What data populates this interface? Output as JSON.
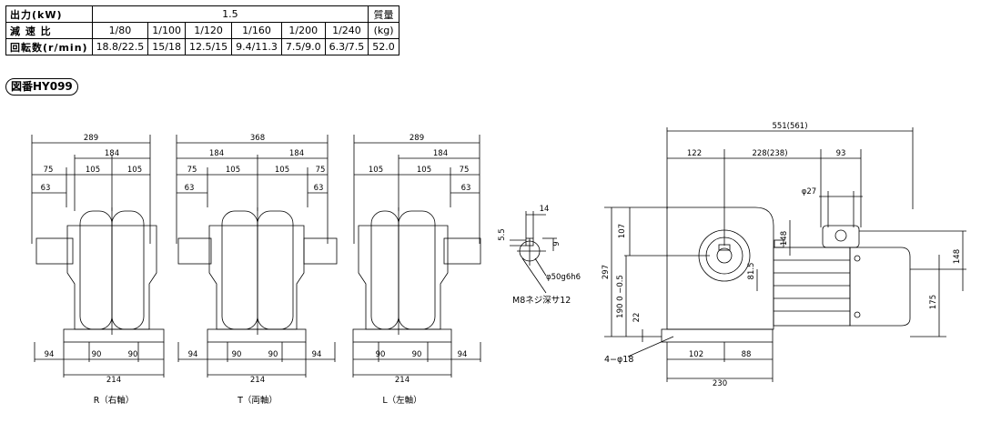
{
  "spec_table": {
    "output_label": "出力(kW)",
    "output_value": "1.5",
    "mass_header": "質量",
    "mass_unit": "(kg)",
    "ratio_label": "減 速 比",
    "ratios": [
      "1/80",
      "1/100",
      "1/120",
      "1/160",
      "1/200",
      "1/240"
    ],
    "speed_label": "回転数(r/min)",
    "speeds": [
      "18.8/22.5",
      "15/18",
      "12.5/15",
      "9.4/11.3",
      "7.5/9.0",
      "6.3/7.5"
    ],
    "mass_value": "52.0"
  },
  "drawing_number": "図番HY099",
  "views": {
    "r": {
      "caption": "R（右軸）",
      "top_dims": [
        "289",
        "184",
        "75",
        "105",
        "105",
        "63"
      ],
      "bottom_dims": [
        "94",
        "90",
        "90",
        "214"
      ]
    },
    "t": {
      "caption": "T（両軸）",
      "top_dims": [
        "368",
        "184",
        "184",
        "75",
        "105",
        "105",
        "75",
        "63",
        "63"
      ],
      "bottom_dims": [
        "94",
        "90",
        "90",
        "94",
        "214"
      ]
    },
    "l": {
      "caption": "L（左軸）",
      "top_dims": [
        "289",
        "184",
        "105",
        "105",
        "75",
        "63"
      ],
      "bottom_dims": [
        "90",
        "90",
        "94",
        "214"
      ]
    }
  },
  "shaft_detail": {
    "dims": [
      "14",
      "5.5",
      "9"
    ],
    "diameter": "φ50g6h6",
    "tap_note": "M8ネジ深サ12"
  },
  "side_view": {
    "top_dims": [
      "551(561)",
      "122",
      "228(238)",
      "93",
      "φ27"
    ],
    "left_dims": [
      "107",
      "297",
      "190 0 −0.5",
      "22"
    ],
    "inner_dims": [
      "148",
      "81.5"
    ],
    "right_dims": [
      "148",
      "175"
    ],
    "hole_note": "4−φ18",
    "bottom_dims": [
      "102",
      "88",
      "230"
    ]
  }
}
